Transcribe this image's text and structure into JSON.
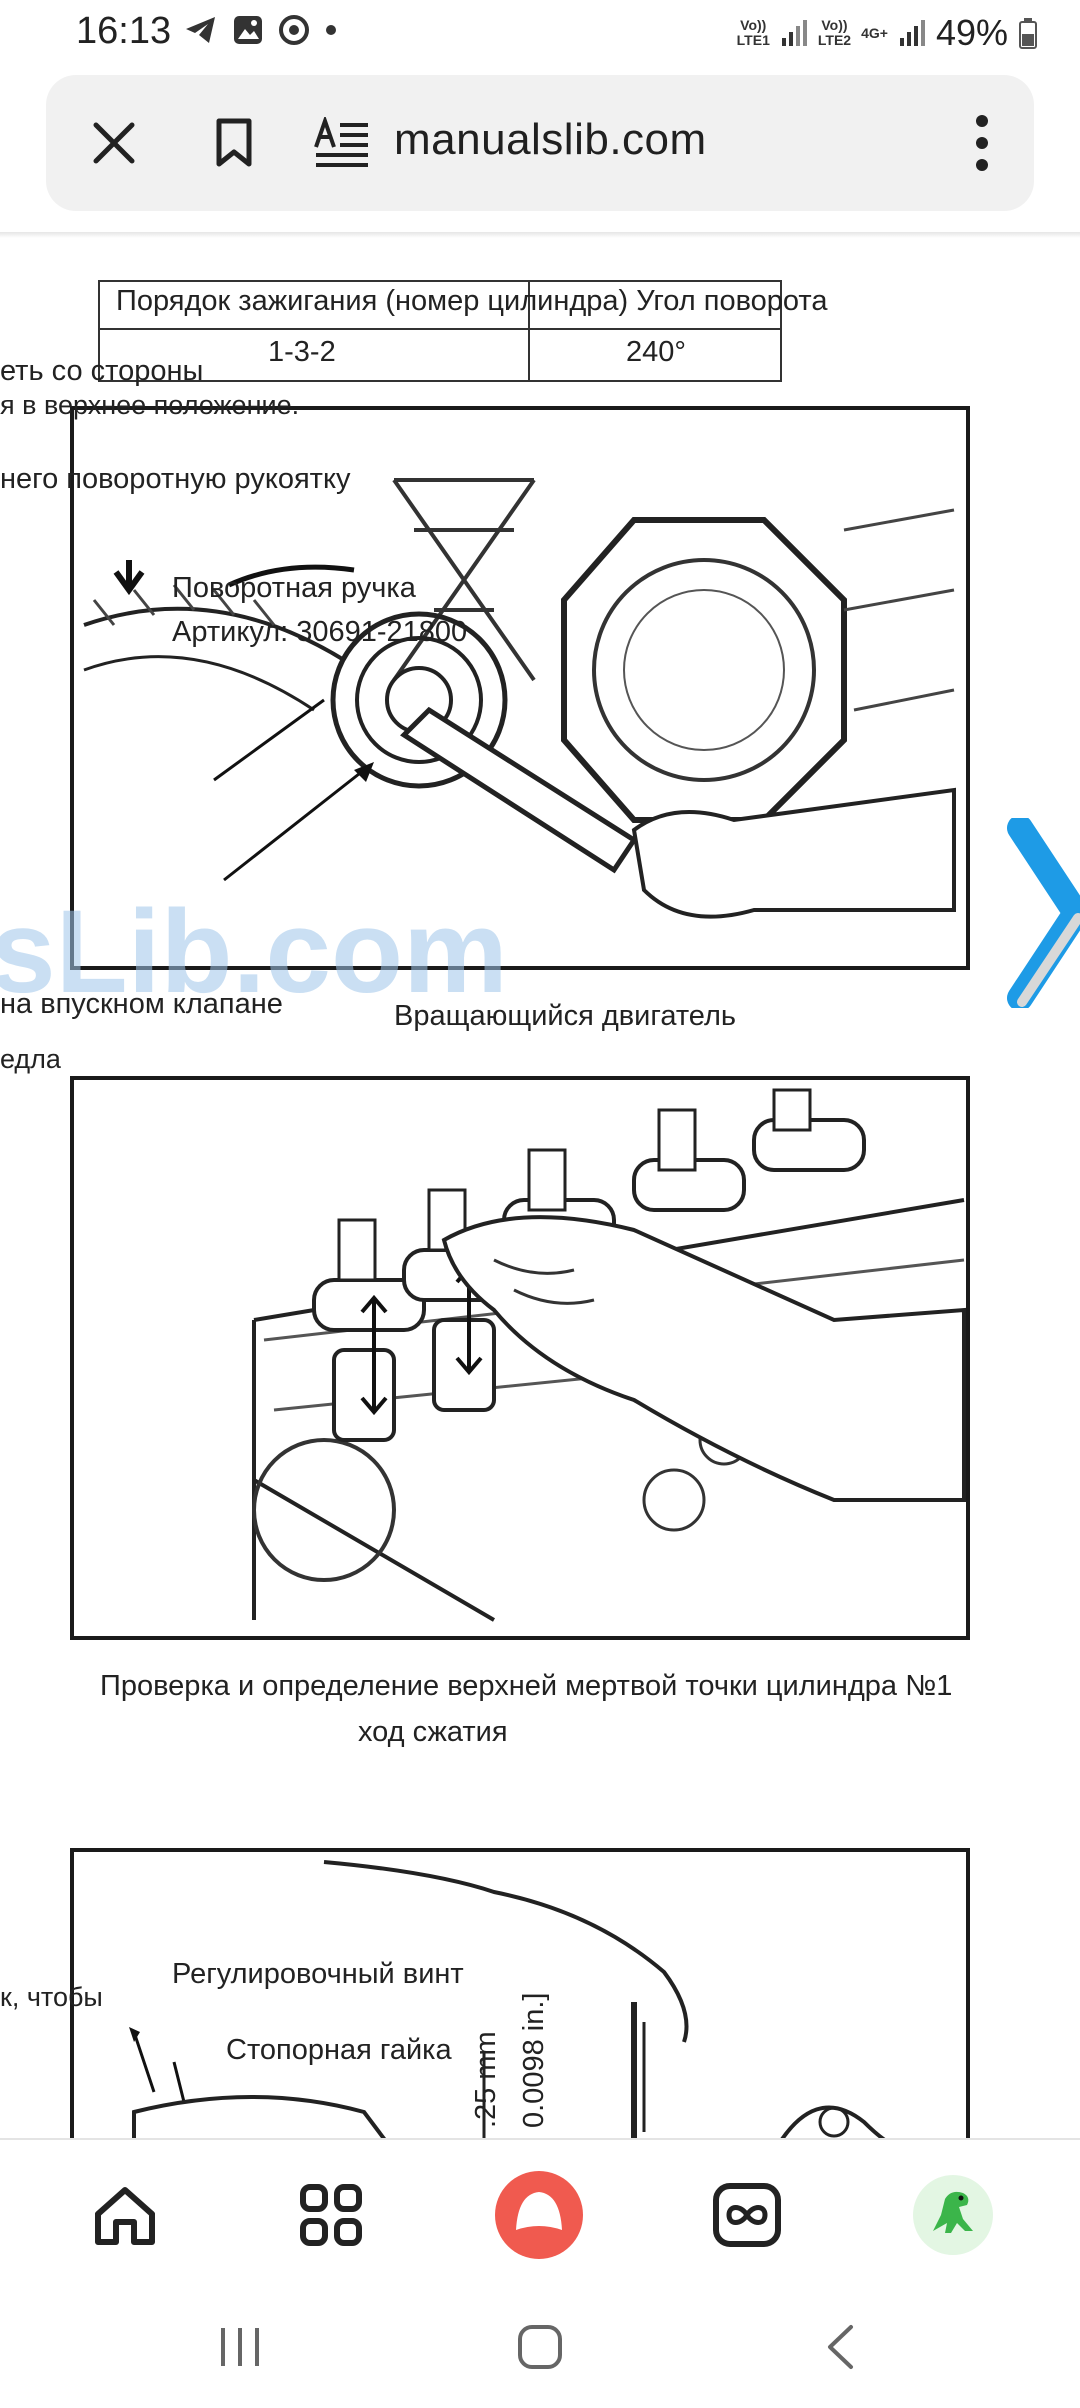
{
  "status_bar": {
    "time": "16:13",
    "net1_top": "Vo))",
    "net1_bottom": "LTE1",
    "net2_top": "Vo))",
    "net2_bottom": "LTE2",
    "net2_type": "4G+",
    "battery": "49%"
  },
  "url_bar": {
    "domain": "manualslib.com"
  },
  "page": {
    "watermark": "sLib.com",
    "left_fragments": {
      "l1": "еть со стороны",
      "l2": "я в верхнее положение.",
      "l3": "него поворотную рукоятку",
      "l4": "на впускном клапане",
      "l5": "едла",
      "l6": "к, чтобы"
    },
    "figure1": {
      "table_header": "Порядок зажигания (номер цилиндра) Угол поворота",
      "order": "1-3-2",
      "angle": "240°",
      "tool_name": "Поворотная ручка",
      "tool_part": "Артикул: 30691-21800",
      "caption": "Вращающийся двигатель"
    },
    "figure2": {
      "caption_line1": "Проверка и определение верхней мертвой точки цилиндра №1",
      "caption_line2": "ход сжатия"
    },
    "figure3": {
      "label_screw": "Регулировочный винт",
      "label_nut": "Стопорная гайка",
      "dim_mm": ".25 mm",
      "dim_in": "0.0098 in.]"
    }
  },
  "colors": {
    "accent_blue": "#1e9be6",
    "alice": "#f05a4f"
  }
}
